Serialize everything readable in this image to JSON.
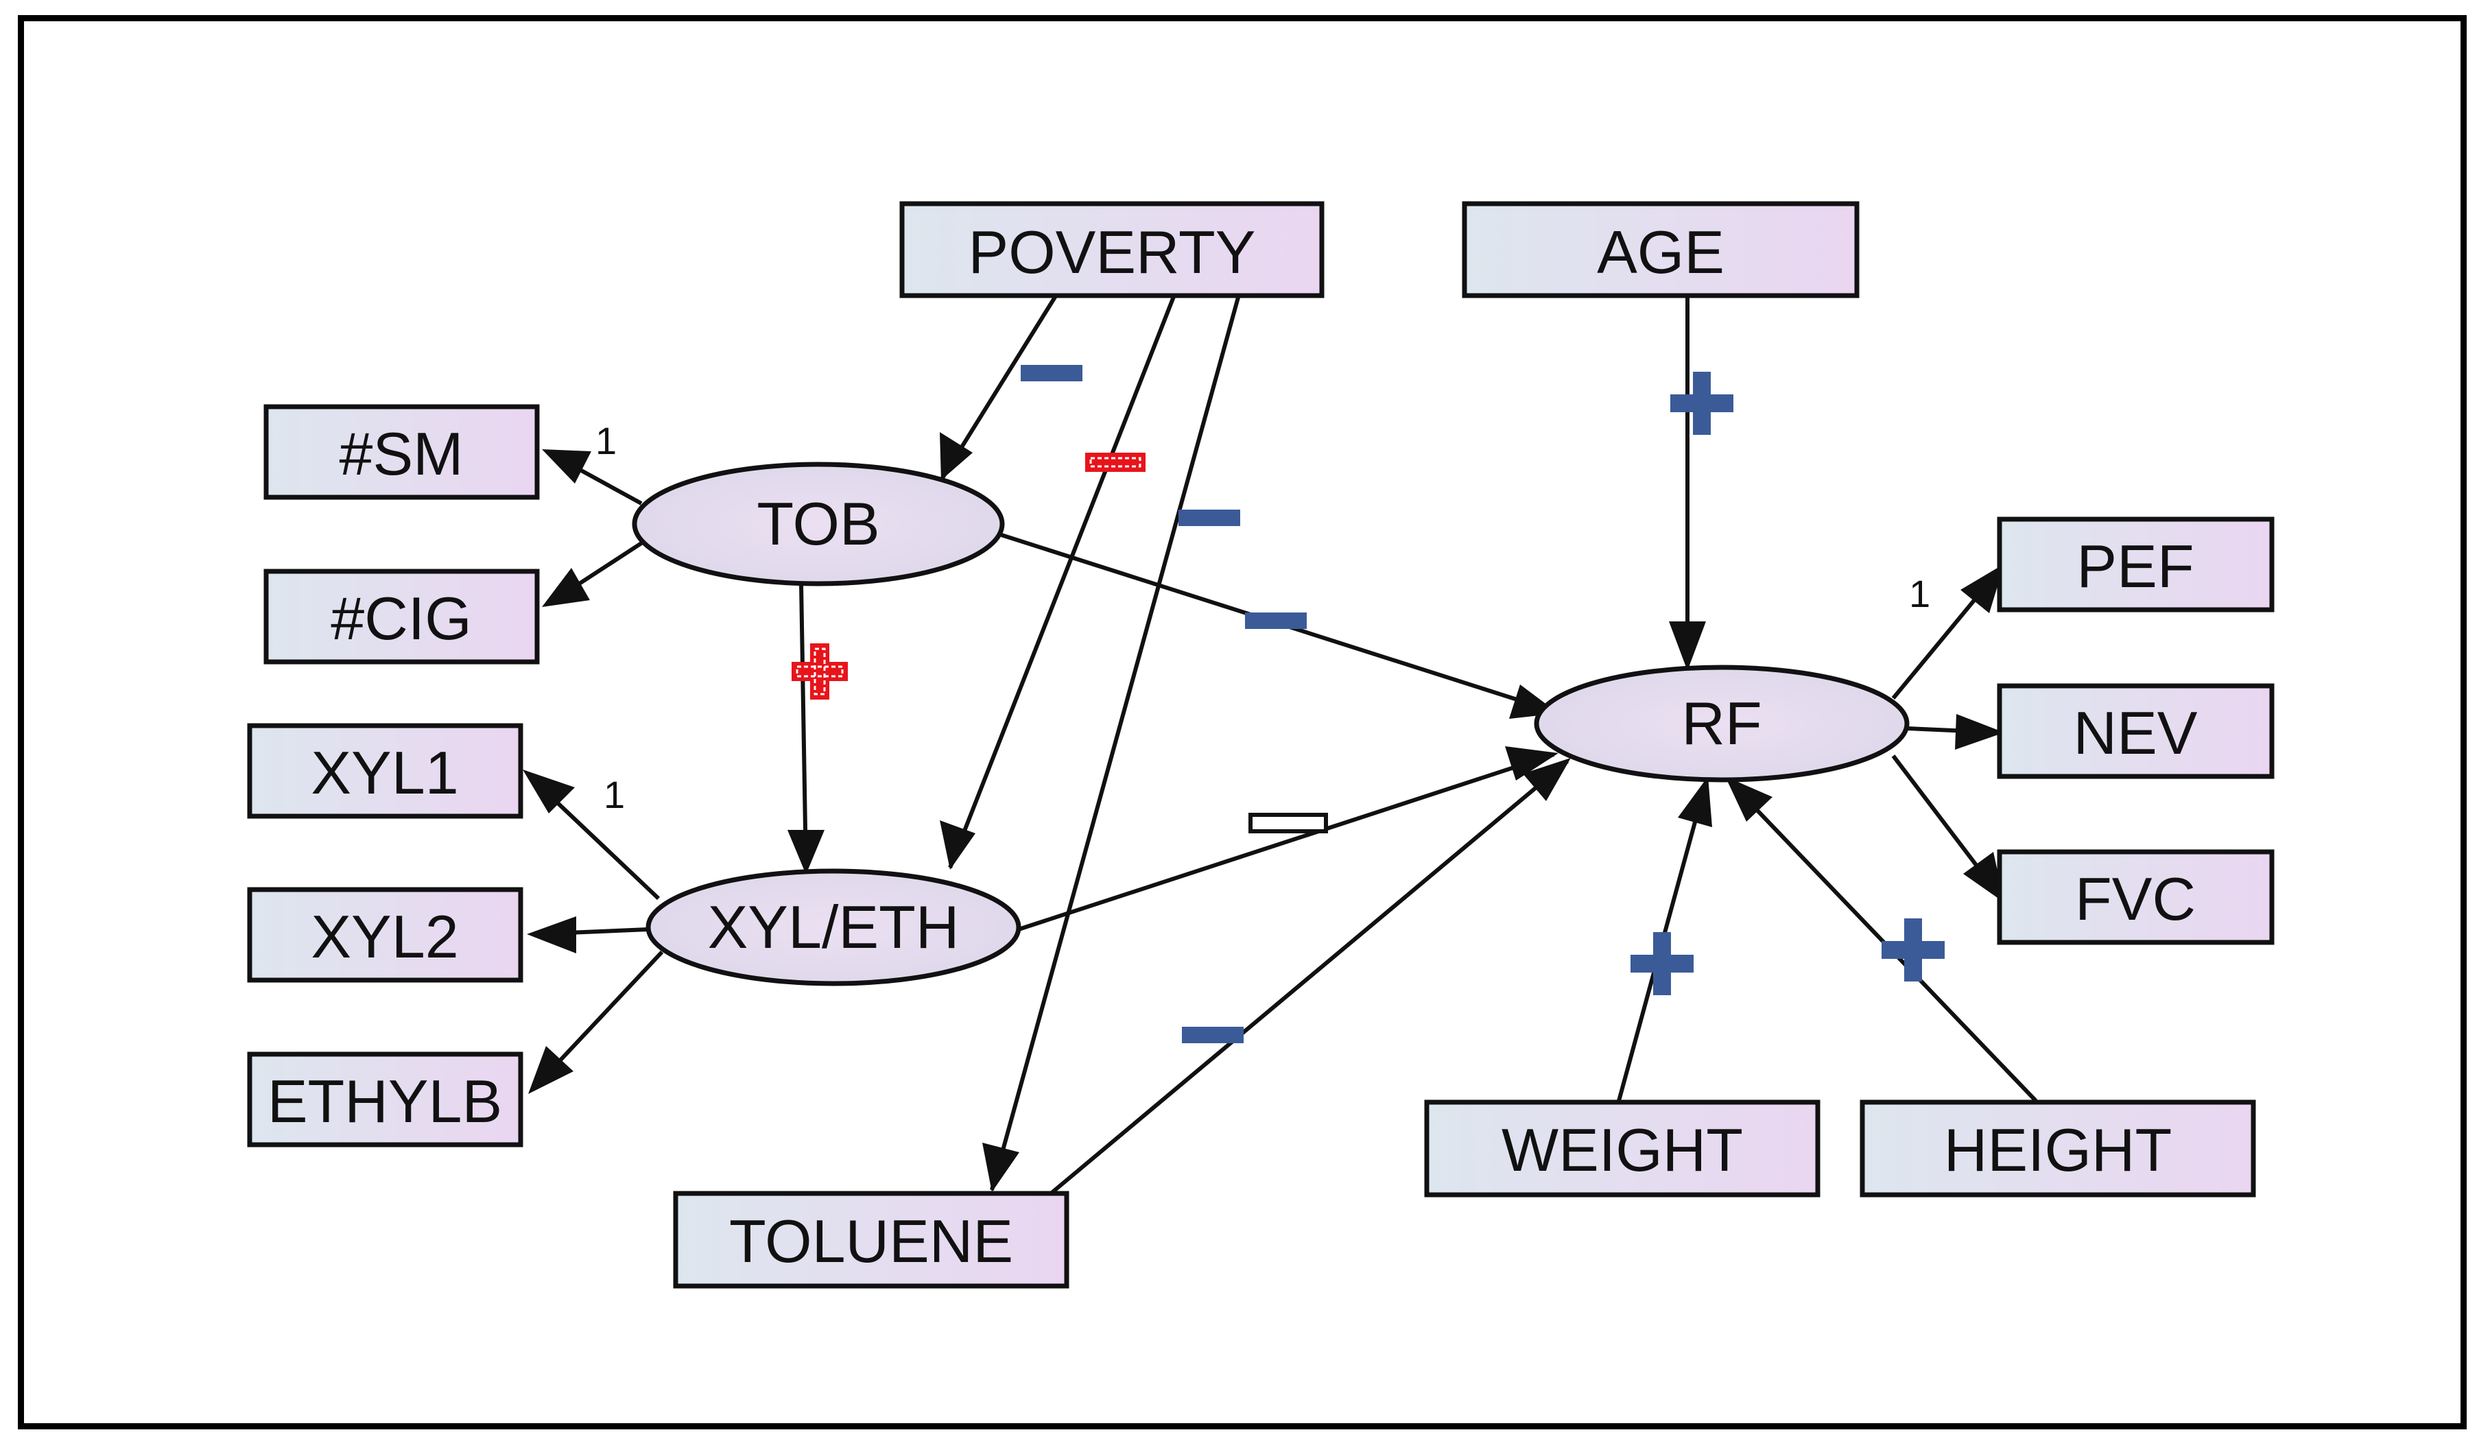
{
  "diagram": {
    "nodes": {
      "poverty": "POVERTY",
      "age": "AGE",
      "sm": "#SM",
      "cig": "#CIG",
      "tob": "TOB",
      "pef": "PEF",
      "rf": "RF",
      "nev": "NEV",
      "xyl1": "XYL1",
      "fvc": "FVC",
      "xyl2": "XYL2",
      "xyleth": "XYL/ETH",
      "ethylb": "ETHYLB",
      "weight": "WEIGHT",
      "height": "HEIGHT",
      "toluene": "TOLUENE"
    },
    "loading_labels": {
      "tob_sm": "1",
      "xyleth_xyl1": "1",
      "rf_pef": "1"
    },
    "colors": {
      "negative_sign": "#3b5b98",
      "positive_sign": "#3b5b98",
      "significant_sign": "#e8141b",
      "box_fill_start": "#dde6ee",
      "box_fill_end": "#ead6f1"
    },
    "sign_legend": {
      "poverty_tob": "minus",
      "poverty_xyleth": "minus-significant",
      "poverty_toluene": "minus",
      "tob_rf": "minus",
      "tob_xyleth": "plus-significant",
      "xyleth_rf": "neutral",
      "toluene_rf": "minus",
      "age_rf": "plus",
      "weight_rf": "plus",
      "height_rf": "plus"
    }
  }
}
